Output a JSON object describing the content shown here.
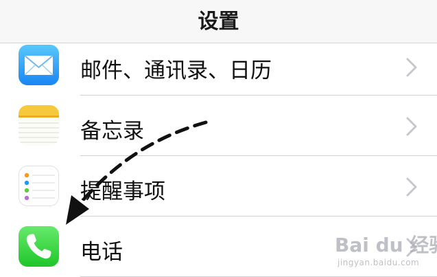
{
  "nav": {
    "title": "设置"
  },
  "settings": {
    "rows": [
      {
        "label": "邮件、通讯录、日历",
        "icon": "mail-icon"
      },
      {
        "label": "备忘录",
        "icon": "notes-icon"
      },
      {
        "label": "提醒事项",
        "icon": "reminders-icon"
      },
      {
        "label": "电话",
        "icon": "phone-icon"
      }
    ]
  },
  "watermark": {
    "brand": "Bai du 经验",
    "url": "jingyan.baidu.com"
  },
  "colors": {
    "mail_gradient_top": "#58c8fb",
    "mail_gradient_bottom": "#1a85f3",
    "notes_header": "#f6c83b",
    "phone_gradient_top": "#67ea6c",
    "phone_gradient_bottom": "#1ec629",
    "chevron": "#c7c7cc",
    "separator": "#d0d0d4"
  }
}
